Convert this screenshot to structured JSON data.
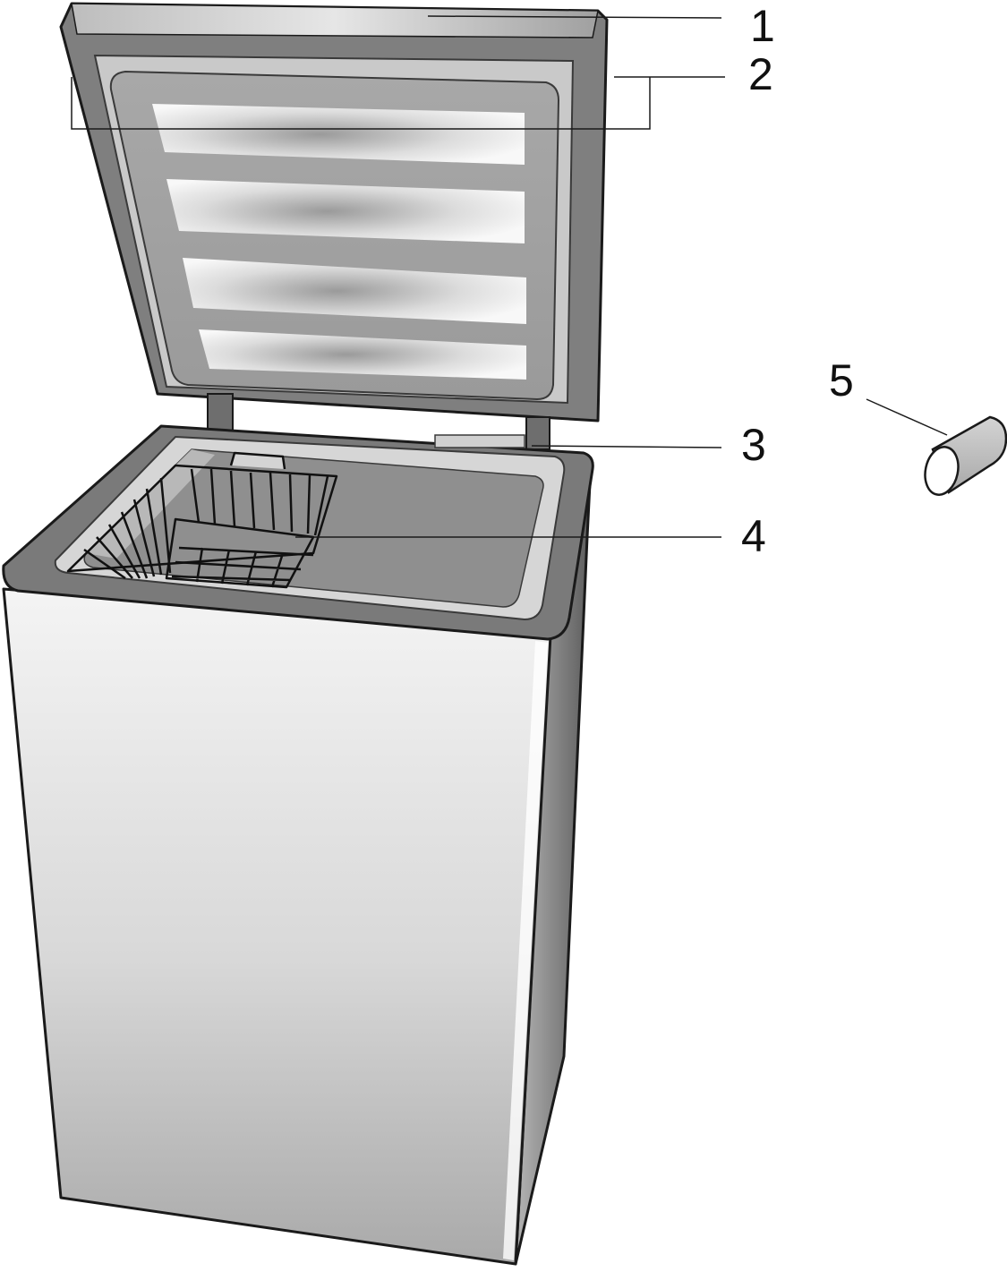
{
  "callouts": [
    {
      "id": "1",
      "text": "1"
    },
    {
      "id": "2",
      "text": "2"
    },
    {
      "id": "3",
      "text": "3"
    },
    {
      "id": "4",
      "text": "4"
    },
    {
      "id": "5",
      "text": "5"
    }
  ],
  "colors": {
    "outline": "#1a1a1a",
    "lid_gray": "#8c8c8c",
    "body_light": "#ededed",
    "body_dark": "#a6a6a6",
    "rim_gray": "#7a7a7a"
  }
}
